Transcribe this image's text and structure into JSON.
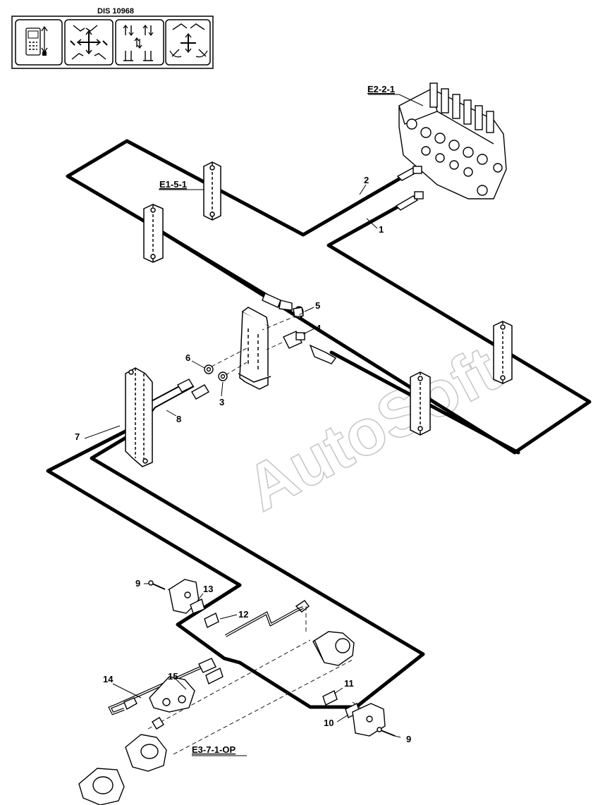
{
  "header": {
    "dis_code": "DIS 10968"
  },
  "icons": [
    {
      "name": "remote-control-icon"
    },
    {
      "name": "excavator-boom-movements-icon"
    },
    {
      "name": "joystick-levers-icon"
    },
    {
      "name": "excavator-arm-movements-icon"
    }
  ],
  "watermark": "AutoSoft",
  "references": {
    "e2": "E2-2-1",
    "e1": "E1-5-1",
    "e3": "E3-7-1-OP"
  },
  "callouts": {
    "c1": "1",
    "c2": "2",
    "c3": "3",
    "c4": "4",
    "c5": "5",
    "c6": "6",
    "c7": "7",
    "c8": "8",
    "c9a": "9",
    "c9b": "9",
    "c10": "10",
    "c11": "11",
    "c12": "12",
    "c13": "13",
    "c14": "14",
    "c15": "15"
  }
}
